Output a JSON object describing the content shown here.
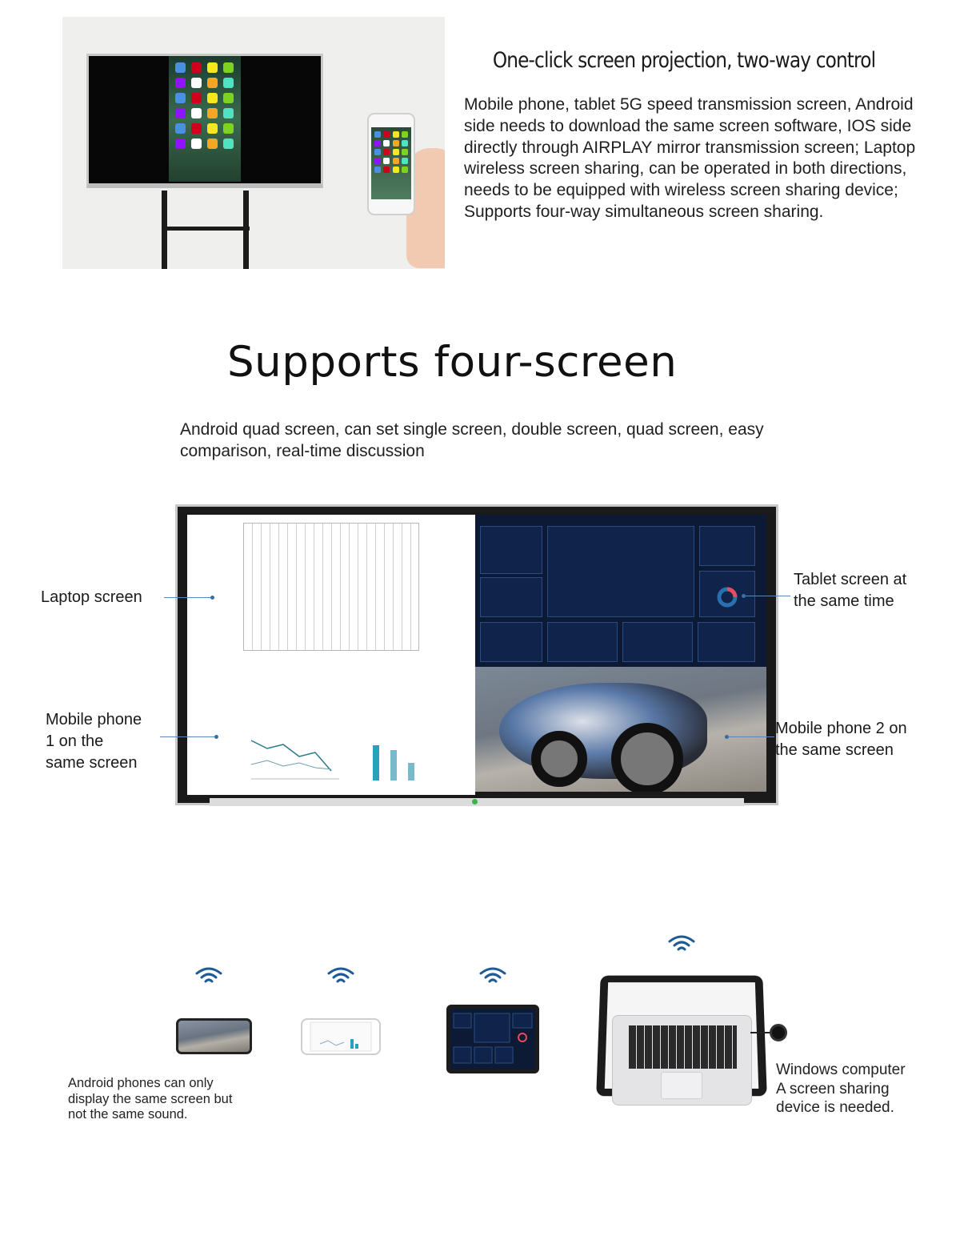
{
  "section1": {
    "title": "One-click screen projection, two-way control",
    "body": "Mobile phone, tablet 5G speed transmission screen, Android side needs to download the same screen software, IOS side directly through AIRPLAY mirror transmission screen; Laptop wireless screen sharing, can be operated in both directions, needs to be equipped with wireless screen sharing device; Supports four-way simultaneous screen sharing."
  },
  "section2": {
    "heading": "Supports four-screen",
    "subheading": "Android quad screen, can set single screen, double screen, quad screen, easy comparison, real-time discussion",
    "callouts": {
      "laptop": "Laptop screen",
      "tablet_line1": "Tablet screen at",
      "tablet_line2": "the same time",
      "phone1_line1": "Mobile phone",
      "phone1_line2": "1 on the",
      "phone1_line3": "same screen",
      "phone2_line1": "Mobile phone 2 on",
      "phone2_line2": "the same screen"
    }
  },
  "section3": {
    "android_note_line1": "Android phones can only",
    "android_note_line2": "display the same screen but",
    "android_note_line3": "not the same sound.",
    "windows_note_line1": "Windows computer",
    "windows_note_line2": "A screen sharing",
    "windows_note_line3": "device is needed."
  },
  "colors": {
    "wifi_blue": "#1e5a96",
    "callout_line": "#5a88b8",
    "dashboard_bg": "#0d1a35"
  },
  "icons": [
    "wifi-icon",
    "phone-icon",
    "tablet-icon",
    "laptop-icon",
    "dongle-icon"
  ]
}
